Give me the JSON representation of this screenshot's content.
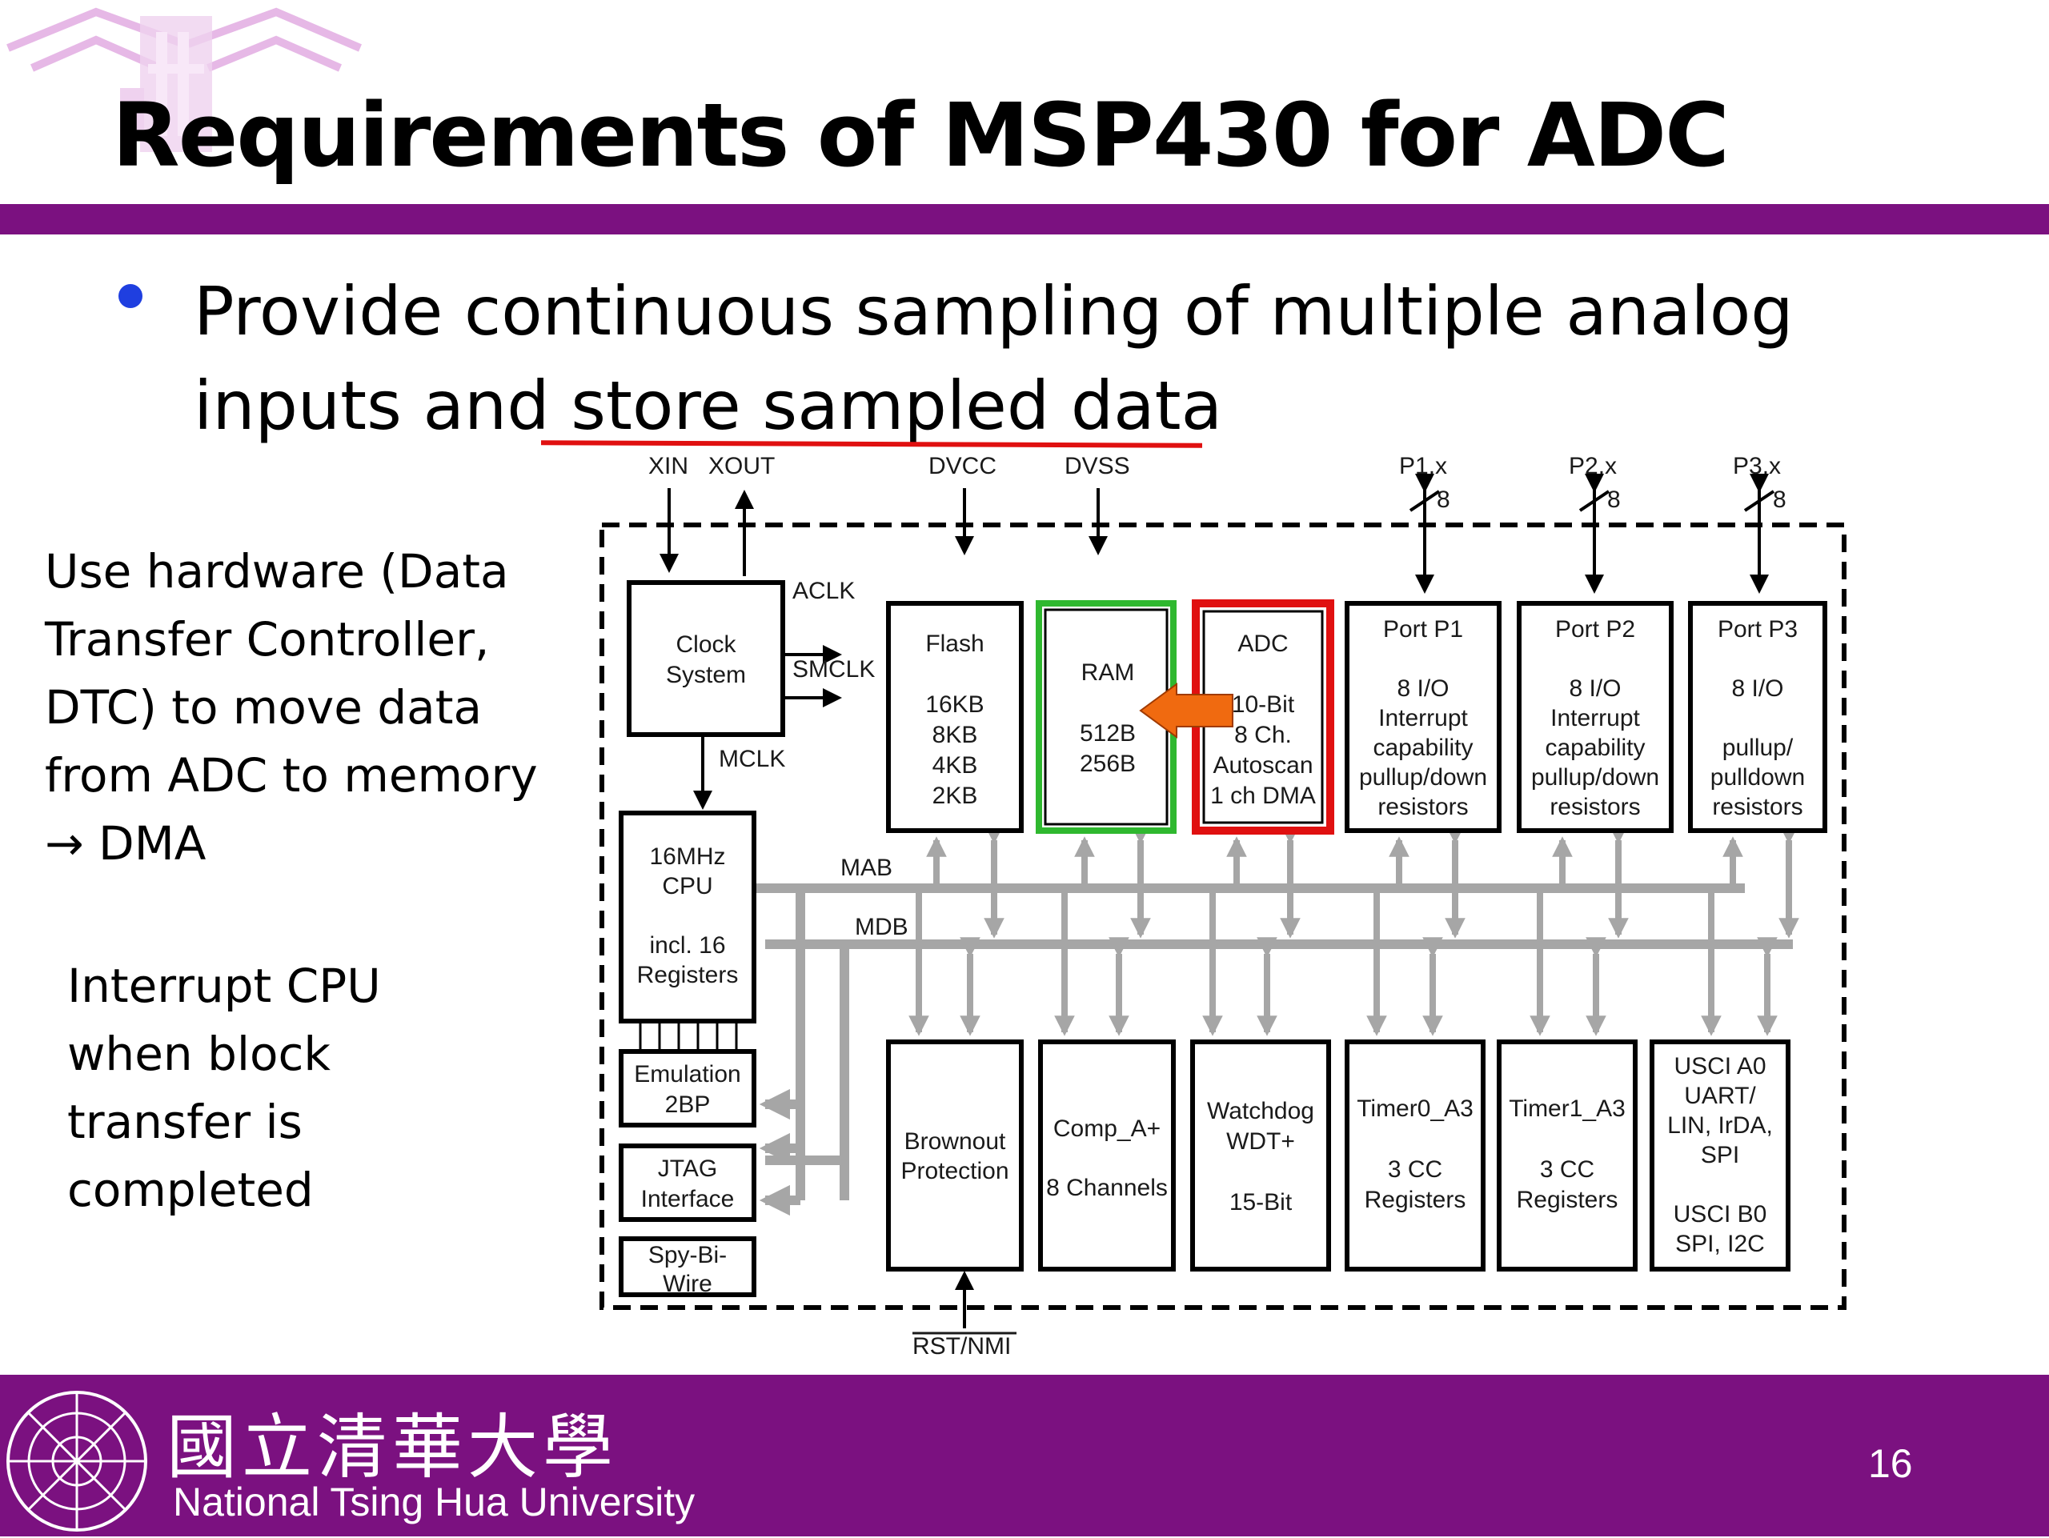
{
  "slide": {
    "title": "Requirements of MSP430 for ADC",
    "bullet_line1": "Provide continuous sampling of multiple analog",
    "bullet_line2": "inputs and store sampled data",
    "side_note1": [
      "Use hardware (Data",
      "Transfer Controller,",
      "DTC) to move data",
      "from ADC to memory",
      "→ DMA"
    ],
    "side_note2": [
      "Interrupt CPU",
      "when block",
      "transfer is",
      "completed"
    ],
    "page_number": "16"
  },
  "footer": {
    "university_cn": "國立清華大學",
    "university_en": "National Tsing Hua University"
  },
  "diagram": {
    "pins": {
      "xin": "XIN",
      "xout": "XOUT",
      "dvcc": "DVCC",
      "dvss": "DVSS",
      "p1": "P1.x",
      "p2": "P2.x",
      "p3": "P3.x",
      "bus_width": "8",
      "rst": "RST/NMI"
    },
    "clock_labels": {
      "aclk": "ACLK",
      "smclk": "SMCLK",
      "mclk": "MCLK"
    },
    "bus_labels": {
      "mab": "MAB",
      "mdb": "MDB"
    },
    "clock_system": [
      "Clock",
      "System"
    ],
    "cpu": [
      "16MHz",
      "CPU",
      "",
      "incl. 16",
      "Registers"
    ],
    "flash": [
      "Flash",
      "",
      "16KB",
      "8KB",
      "4KB",
      "2KB"
    ],
    "ram": [
      "RAM",
      "",
      "512B",
      "256B"
    ],
    "adc": [
      "ADC",
      "",
      "10-Bit",
      "8 Ch.",
      "Autoscan",
      "1 ch DMA"
    ],
    "port_p1": [
      "Port P1",
      "",
      "8 I/O",
      "Interrupt",
      "capability",
      "pullup/down",
      "resistors"
    ],
    "port_p2": [
      "Port P2",
      "",
      "8 I/O",
      "Interrupt",
      "capability",
      "pullup/down",
      "resistors"
    ],
    "port_p3": [
      "Port P3",
      "",
      "8 I/O",
      "",
      "pullup/",
      "pulldown",
      "resistors"
    ],
    "emulation": [
      "Emulation",
      "2BP"
    ],
    "jtag": [
      "JTAG",
      "Interface"
    ],
    "spybiwire": [
      "Spy-Bi-",
      "Wire"
    ],
    "brownout": [
      "Brownout",
      "Protection"
    ],
    "comp": [
      "Comp_A+",
      "",
      "8 Channels"
    ],
    "watchdog": [
      "Watchdog",
      "WDT+",
      "",
      "15-Bit"
    ],
    "timer0": [
      "Timer0_A3",
      "",
      "3 CC",
      "Registers"
    ],
    "timer1": [
      "Timer1_A3",
      "",
      "3 CC",
      "Registers"
    ],
    "usci": [
      "USCI A0",
      "UART/",
      "LIN, IrDA,",
      "SPI",
      "",
      "USCI B0",
      "SPI, I2C"
    ],
    "colors": {
      "ram_highlight": "#2fb82f",
      "adc_highlight": "#e01010",
      "dma_arrow": "#f06a10",
      "bus": "#a6a6a6"
    }
  }
}
